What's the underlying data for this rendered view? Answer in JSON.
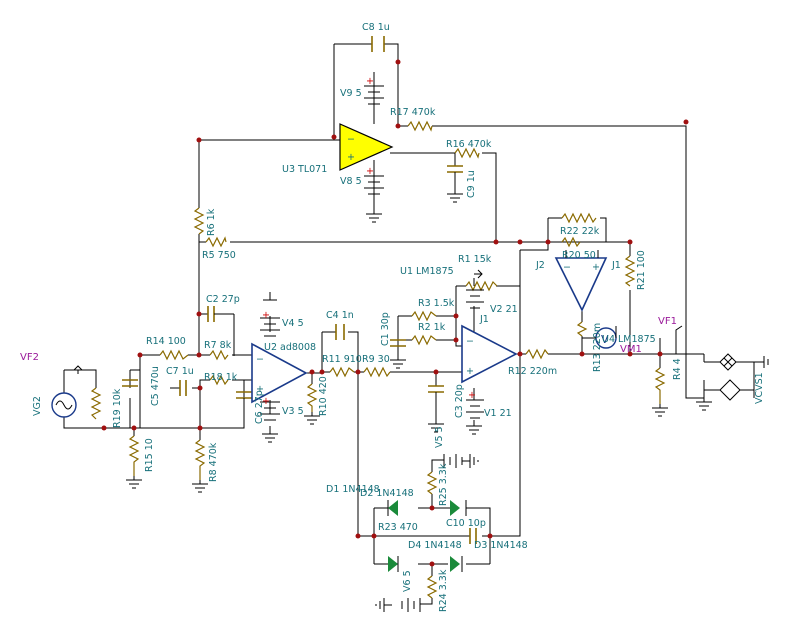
{
  "labels": {
    "c8": "C8 1u",
    "v9": "V9 5",
    "r17": "R17 470k",
    "u3": "U3 TL071",
    "r16": "R16 470k",
    "c9": "C9 1u",
    "v8": "V8 5",
    "r6": "R6 1k",
    "r5": "R5 750",
    "r22": "R22 22k",
    "r20": "R20 50",
    "r21": "R21 100",
    "j1": "J1",
    "j2": "J2",
    "r1": "R1 15k",
    "u1": "U1 LM1875",
    "v2": "V2 21",
    "r3": "R3 1.5k",
    "r2": "R2 1k",
    "c1": "C1 30p",
    "c2": "C2 27p",
    "v4": "V4 5",
    "c4": "C4 1n",
    "u2": "U2 ad8008",
    "r14": "R14 100",
    "r7": "R7 8k",
    "vf2": "VF2",
    "c7": "C7 1u",
    "r18": "R18 1k",
    "c5": "C5 470u",
    "vg2": "VG2",
    "r19": "R19 10k",
    "r15": "R15 10",
    "r8": "R8 470k",
    "c6": "C6 27p",
    "v3": "V3 5",
    "r11": "R11 910",
    "r9": "R9 30",
    "r10": "R10 420",
    "c3": "C3 20p",
    "v1": "V1 21",
    "r12": "R12 220m",
    "r13": "R13 220m",
    "u4": "U4 LM1875",
    "vm1": "VM1",
    "vf1": "VF1",
    "r4": "R4 4",
    "vcvs1": "VCVS1",
    "v5": "V5 5",
    "r25": "R25 3.3k",
    "d1": "D1 1N4148",
    "d2": "D2 1N4148",
    "r23": "R23 470",
    "c10": "C10 10p",
    "d4": "D4 1N4148",
    "d3": "D3 1N4148",
    "v6": "V6 5",
    "r24": "R24 3.3k",
    "meter": "V",
    "op_minus": "−",
    "op_plus": "+",
    "plus": "+"
  }
}
